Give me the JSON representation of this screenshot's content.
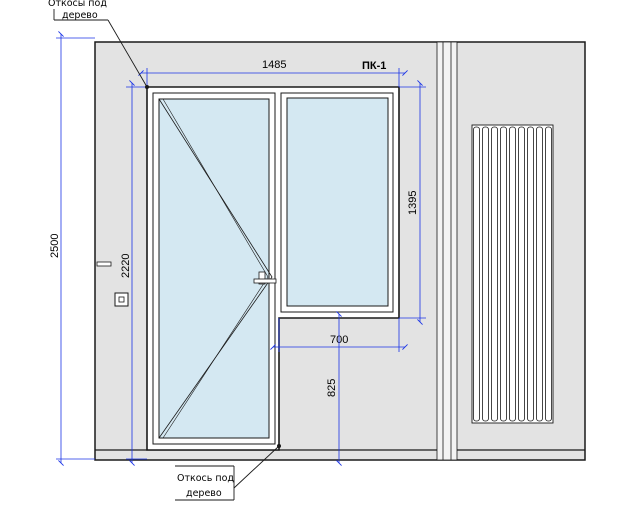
{
  "window_mark": "ПК-1",
  "dimensions": {
    "total_width": "1485",
    "wall_height": "2500",
    "door_height": "2220",
    "window_height": "1395",
    "window_width": "700",
    "sill_height": "825"
  },
  "notes": {
    "top_line1": "Откосы под",
    "top_line2": "дерево",
    "bottom_line1": "Откось под",
    "bottom_line2": "дерево"
  },
  "colors": {
    "wall": "#e3e3e3",
    "glass": "#d4e8f2",
    "frame": "#ffffff",
    "outline": "#1a1a1a",
    "dimension": "#1a33e6"
  }
}
